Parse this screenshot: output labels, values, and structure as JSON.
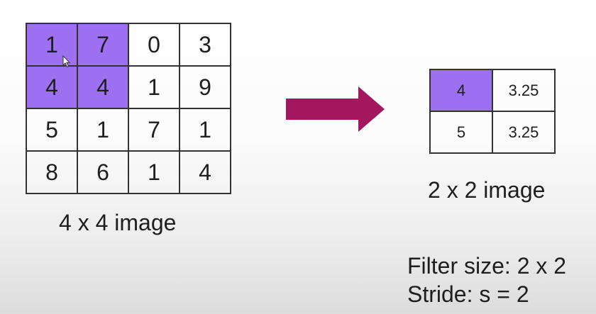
{
  "input_grid": {
    "rows": [
      [
        "1",
        "7",
        "0",
        "3"
      ],
      [
        "4",
        "4",
        "1",
        "9"
      ],
      [
        "5",
        "1",
        "7",
        "1"
      ],
      [
        "8",
        "6",
        "1",
        "4"
      ]
    ],
    "caption": "4 x 4 image",
    "highlight_color": "#9d6ff1"
  },
  "output_grid": {
    "rows": [
      [
        "4",
        "3.25"
      ],
      [
        "5",
        "3.25"
      ]
    ],
    "caption": "2 x 2 image",
    "highlight_color": "#9d6ff1"
  },
  "arrow": {
    "icon": "right-arrow-icon",
    "color": "#a3175e"
  },
  "info": {
    "filter": "Filter size: 2 x 2",
    "stride": "Stride: s = 2"
  }
}
